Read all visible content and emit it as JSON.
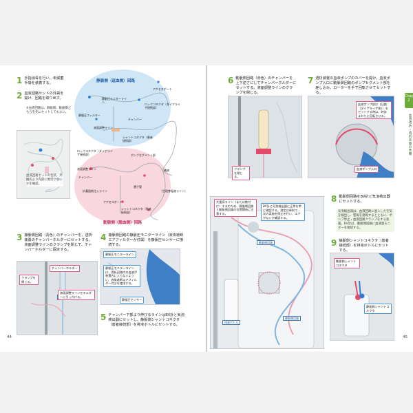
{
  "left": {
    "steps": [
      {
        "n": "1",
        "text": "手指消毒を行い、未滅菌手袋を装着する。"
      },
      {
        "n": "2",
        "text": "血液回路セットの外袋を開け、回路を取り出す。"
      },
      {
        "n": "3",
        "text": "静脈側回路（青色）のチャンバーを、透析装置のチャンバーホルダーにセットする。液面調整ラインのクランプを閉じて、チャンバーホルダーに固定する。"
      },
      {
        "n": "4",
        "text": "静脈側回路の静脈圧モニターライン（液体遮断エアフィルターが付属）を静脈圧センサーに接続する。"
      },
      {
        "n": "5",
        "text": "チャンバー下部より伸びるラインはBV計と気泡検出器にセットし、静脈側シャントコネクタ（患者接続部）を排液ボトルにセットする。"
      }
    ],
    "note2": "※血液回路は、静脈側、動脈側どちらを先にセットしてもよい。",
    "bag_note": "血液回路セットの包装。外観的より内部に異常がないかを確認。",
    "venous_title": "静脈側（返血側）回路",
    "arterial_title": "動脈側（脱血側）回路",
    "venous_labels": [
      "アクセスポート",
      "静脈圧モニターライン",
      "ロックコネクタ（ダイアライザ接続部）",
      "静脈圧フィルター",
      "チャンバー",
      "液面調整ライン",
      "シャントコネクタ（患者接続部）"
    ],
    "arterial_labels": [
      "ロックコネクタ（ダイアライザ接続部）",
      "ポンプセグメント部",
      "液面調整ライン",
      "チャンバー",
      "補液",
      "運子管",
      "（生理食塩液ライン）",
      "抗凝固剤注入ライン",
      "アクセスポート",
      "シャントコネクタ（患者接続部）"
    ],
    "photo3_callouts": [
      "チャンバーホルダー",
      "クランプを閉じる。",
      "液面調整ラインをホルダーに引っかける。"
    ],
    "photo4_callouts": [
      "静脈圧モニターライン",
      "静脈圧モニターラインは、透析回路内の血液が装置内に入らないように、液体遮断エアフィルター付きを使用する。",
      "静脈圧センサー"
    ],
    "page_number": "44"
  },
  "right": {
    "steps": [
      {
        "n": "6",
        "text": "動脈側回路（赤色）のチャンバーを上下逆さにしてチャンバーホルダーにセットする。液面調整ラインのクランプを閉じる。"
      },
      {
        "n": "7",
        "text": "透析装置の血液ポンプのカバーを開け、血液ポンプ入口に動脈側回路のポンプセグメント部を差し込み、ローターを手で回転させてセットする。"
      },
      {
        "n": "8",
        "text": "動脈側回路をBV計と気泡検出器にセットする。"
      },
      {
        "n": "9",
        "text": "静脈側シャントコネクタ（患者接続部）を排液ボトルにセットする。"
      }
    ],
    "photo6_callouts": [
      "クランプを閉じる。"
    ],
    "photo7_callouts": [
      "血液ポンプ部は（回路（ダイアライザ側））をセットする時は、時計まわりに回転させる。",
      "血液ポンプ入口"
    ],
    "note8": "気泡検出器は、血液回路に混入した空気を検出し、警報を発報するとともに、ポンプ停止・血液回路クランプをする装置。BV計は、動脈側回路に血液量モニターを接続する。",
    "main_callouts": [
      "大量採ライン（または数付け）するのため、静脈側回路と動脈側回路の位置関係に注意する。",
      "BV計と気泡検出器に正常を常に確認する。測定は原則で…次の実施を停止を行い、エアがないか確認する。"
    ],
    "main_tags": [
      "動脈側回路",
      "静脈側回路",
      "排液ボトル"
    ],
    "photo9_labels": [
      "動脈側シャントコネクタ",
      "静脈側シャントコネクタ"
    ],
    "tab_text": "Chapter 2",
    "side_text": "血液透析・透析装置の準備",
    "page_number": "45"
  },
  "colors": {
    "accent_green": "#6dac3a",
    "venous_blue": "#1f5fa8",
    "arterial_pink": "#c43366"
  }
}
